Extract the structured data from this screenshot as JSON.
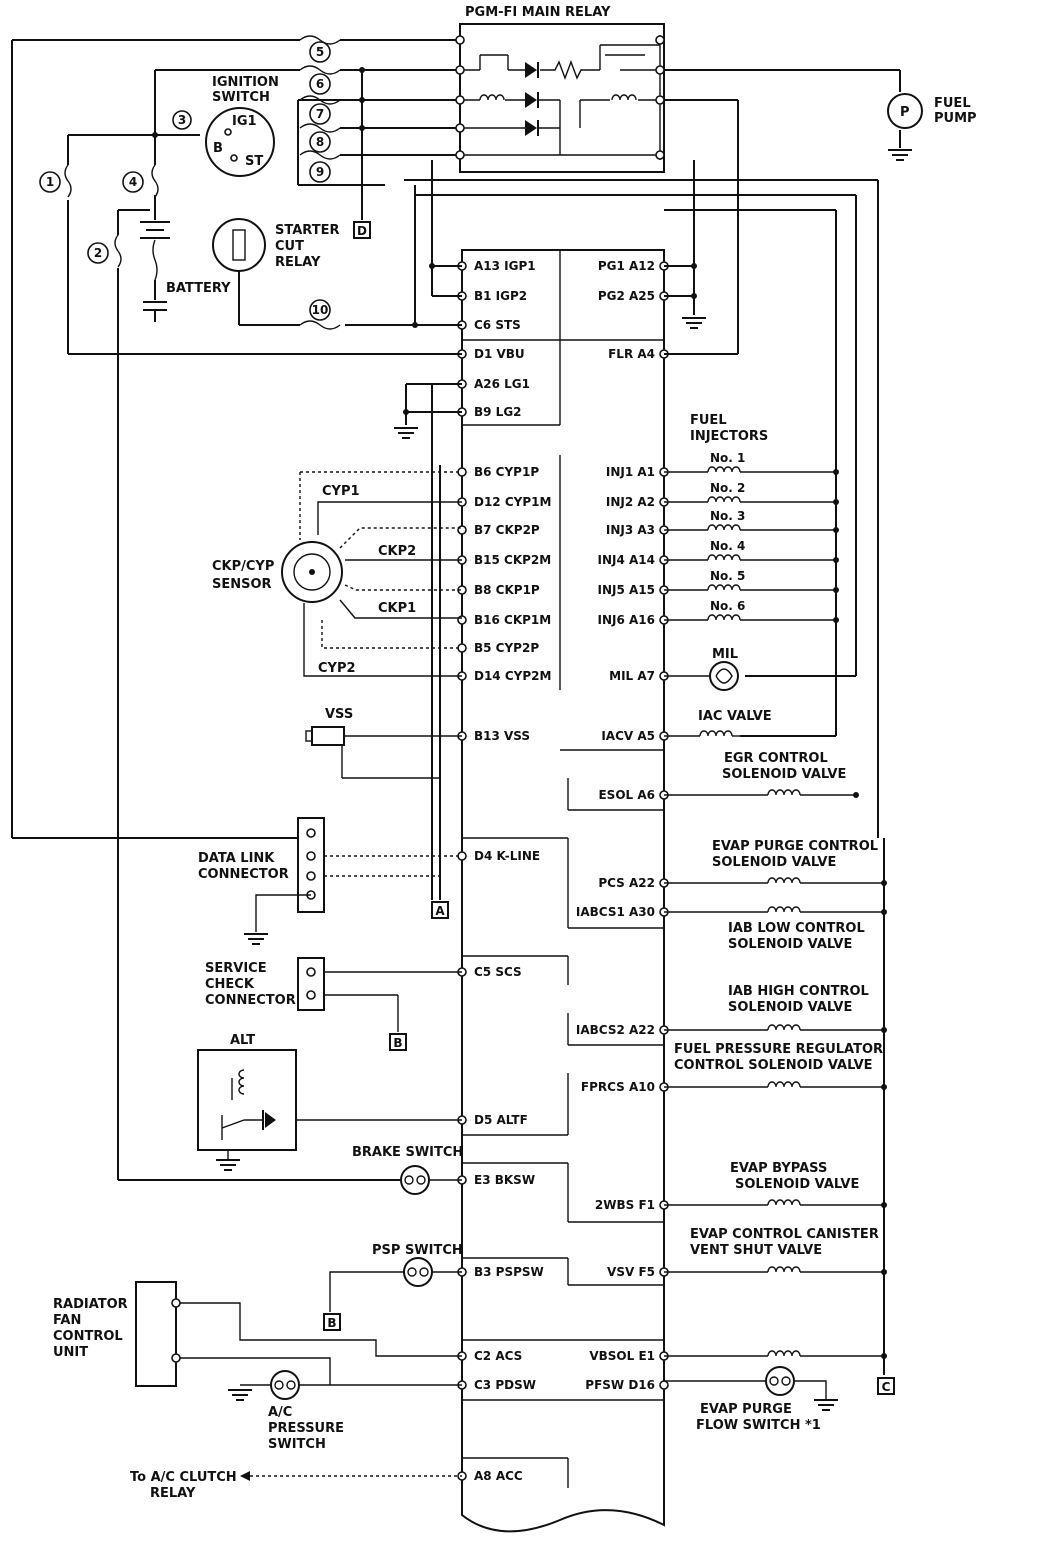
{
  "relay": {
    "title": "PGM-FI MAIN RELAY"
  },
  "components": {
    "ignition_switch": [
      "IGNITION",
      "SWITCH"
    ],
    "ig_terminals": {
      "ig1": "IG1",
      "b": "B",
      "st": "ST"
    },
    "starter_cut_relay": [
      "STARTER",
      "CUT",
      "RELAY"
    ],
    "battery": "BATTERY",
    "fuel_pump": [
      "FUEL",
      "PUMP"
    ],
    "fuel_pump_symbol": "P",
    "fuel_injectors": [
      "FUEL",
      "INJECTORS"
    ],
    "injectors": [
      "No. 1",
      "No. 2",
      "No. 3",
      "No. 4",
      "No. 5",
      "No. 6"
    ],
    "ckp_cyp_sensor": [
      "CKP/CYP",
      "SENSOR"
    ],
    "sensor_wires": {
      "cyp1": "CYP1",
      "ckp2": "CKP2",
      "ckp1": "CKP1",
      "cyp2": "CYP2"
    },
    "vss": "VSS",
    "mil": "MIL",
    "iac_valve": "IAC VALVE",
    "data_link_connector": [
      "DATA LINK",
      "CONNECTOR"
    ],
    "service_check_connector": [
      "SERVICE",
      "CHECK",
      "CONNECTOR"
    ],
    "alt": "ALT",
    "brake_switch": "BRAKE SWITCH",
    "psp_switch": "PSP SWITCH",
    "radiator_fan_control_unit": [
      "RADIATOR",
      "FAN",
      "CONTROL",
      "UNIT"
    ],
    "ac_pressure_switch": [
      "A/C",
      "PRESSURE",
      "SWITCH"
    ],
    "ac_clutch_relay": [
      "To A/C CLUTCH",
      "RELAY"
    ],
    "egr_valve": [
      "EGR CONTROL",
      "SOLENOID VALVE"
    ],
    "evap_purge_valve": [
      "EVAP PURGE CONTROL",
      "SOLENOID VALVE"
    ],
    "iab_low_valve": [
      "IAB LOW CONTROL",
      "SOLENOID VALVE"
    ],
    "iab_high_valve": [
      "IAB HIGH CONTROL",
      "SOLENOID VALVE"
    ],
    "fpr_valve": [
      "FUEL PRESSURE REGULATOR",
      "CONTROL SOLENOID VALVE"
    ],
    "evap_bypass_valve": [
      "EVAP BYPASS",
      "SOLENOID VALVE"
    ],
    "evap_canister_valve": [
      "EVAP CONTROL CANISTER",
      "VENT SHUT VALVE"
    ],
    "evap_purge_flow_switch": [
      "EVAP PURGE",
      "FLOW SWITCH *1"
    ]
  },
  "fuses": [
    "1",
    "2",
    "4",
    "5",
    "6",
    "7",
    "8",
    "9",
    "10"
  ],
  "fuse_3": "3",
  "connector_refs": [
    "A",
    "B",
    "B",
    "C",
    "D"
  ],
  "pcm_left": [
    "A13 IGP1",
    "B1 IGP2",
    "C6 STS",
    "D1 VBU",
    "A26 LG1",
    "B9 LG2",
    "B6 CYP1P",
    "D12 CYP1M",
    "B7 CKP2P",
    "B15 CKP2M",
    "B8 CKP1P",
    "B16 CKP1M",
    "B5 CYP2P",
    "D14 CYP2M",
    "B13 VSS",
    "D4 K-LINE",
    "C5 SCS",
    "D5 ALTF",
    "E3 BKSW",
    "B3 PSPSW",
    "C2 ACS",
    "C3 PDSW",
    "A8 ACC"
  ],
  "pcm_right": [
    "PG1 A12",
    "PG2 A25",
    "FLR A4",
    "INJ1 A1",
    "INJ2 A2",
    "INJ3 A3",
    "INJ4 A14",
    "INJ5 A15",
    "INJ6 A16",
    "MIL A7",
    "IACV A5",
    "ESOL A6",
    "PCS A22",
    "IABCS1 A30",
    "IABCS2 A22",
    "FPRCS A10",
    "2WBS F1",
    "VSV F5",
    "VBSOL E1",
    "PFSW D16"
  ]
}
